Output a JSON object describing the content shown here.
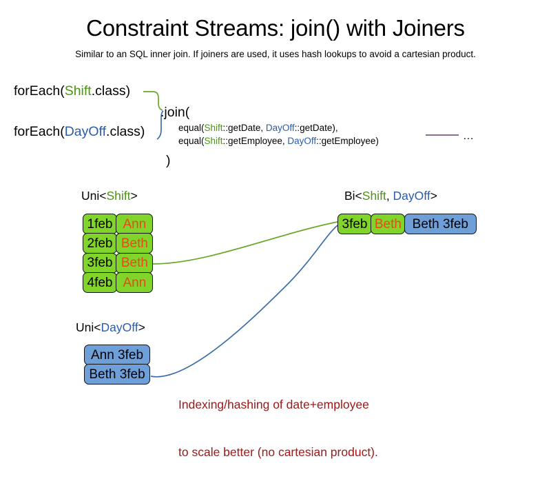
{
  "slide": {
    "title": "Constraint Streams: join() with Joiners",
    "subtitle": "Similar to an SQL inner join. If joiners are used, it uses hash lookups to avoid a cartesian product."
  },
  "code": {
    "foreach_shift": {
      "prefix": "forEach(",
      "type": "Shift",
      "suffix": ".class)"
    },
    "foreach_dayoff": {
      "prefix": "forEach(",
      "type": "DayOff",
      "suffix": ".class)"
    },
    "join_open": ".join(",
    "join_close": ")",
    "equal_date": {
      "prefix": "equal(",
      "left_type": "Shift",
      "left_method": "::getDate, ",
      "right_type": "DayOff",
      "right_method": "::getDate),"
    },
    "equal_employee": {
      "prefix": "equal(",
      "left_type": "Shift",
      "left_method": "::getEmployee, ",
      "right_type": "DayOff",
      "right_method": "::getEmployee)"
    },
    "ellipsis": "…"
  },
  "labels": {
    "uni_shift": {
      "prefix": "Uni<",
      "type": "Shift",
      "suffix": ">"
    },
    "bi": {
      "prefix": "Bi<",
      "type_a": "Shift",
      "separator": ", ",
      "type_b": "DayOff",
      "suffix": ">"
    },
    "uni_dayoff": {
      "prefix": "Uni<",
      "type": "DayOff",
      "suffix": ">"
    }
  },
  "uni_shift_facts": [
    {
      "date": "1feb",
      "employee": "Ann"
    },
    {
      "date": "2feb",
      "employee": "Beth"
    },
    {
      "date": "3feb",
      "employee": "Beth"
    },
    {
      "date": "4feb",
      "employee": "Ann"
    }
  ],
  "uni_dayoff_facts": [
    {
      "text": "Ann 3feb"
    },
    {
      "text": "Beth 3feb"
    }
  ],
  "bi_fact": {
    "shift_date": "3feb",
    "shift_employee": "Beth",
    "dayoff_text": "Beth 3feb"
  },
  "annotation": {
    "line1": "Indexing/hashing of date+employee",
    "line2": "to scale better (no cartesian product)."
  },
  "colors": {
    "shift_green": "#4a9412",
    "dayoff_blue": "#2a5caa",
    "fact_green": "#80d42a",
    "fact_blue": "#6f9fd8",
    "employee_orange": "#e8481c",
    "annotation_red": "#a01818",
    "connector_green": "#6aa82a",
    "connector_blue": "#3a6ea8",
    "rule_purple": "#7a5a82"
  }
}
